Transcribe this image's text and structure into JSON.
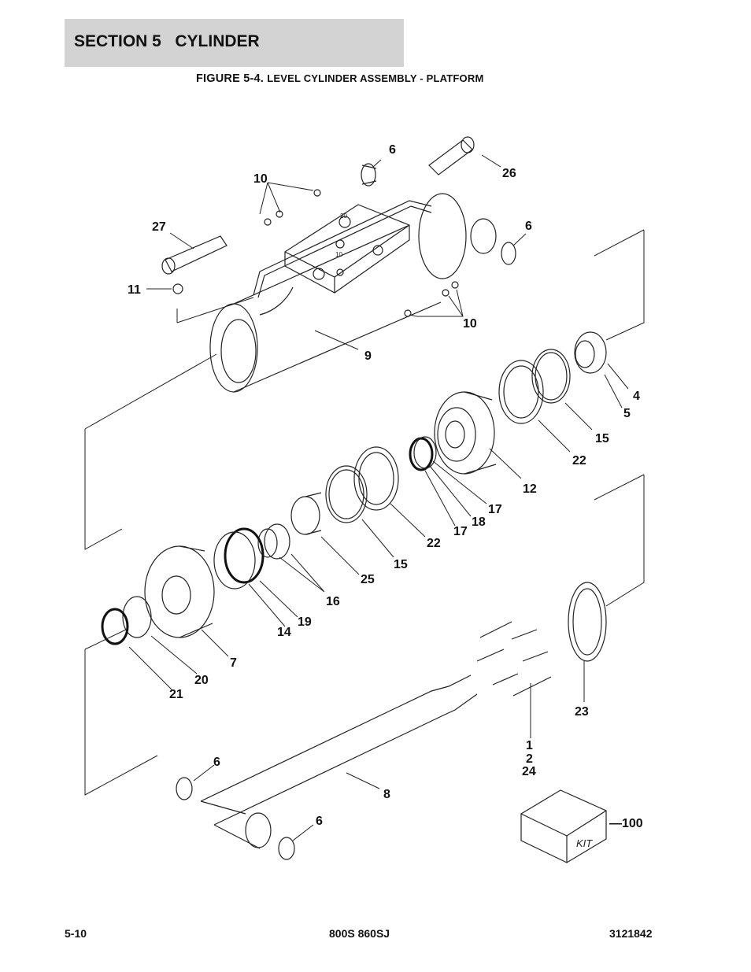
{
  "header": {
    "section_title": "SECTION 5   CYLINDER",
    "figure_number": "FIGURE 5-4.",
    "figure_title": "LEVEL CYLINDER ASSEMBLY - PLATFORM"
  },
  "callouts": {
    "c26": "26",
    "c6a": "6",
    "c10a": "10",
    "c27": "27",
    "c6b": "6",
    "c11": "11",
    "c10b": "10",
    "c9": "9",
    "c4": "4",
    "c5": "5",
    "c15a": "15",
    "c22a": "22",
    "c12": "12",
    "c17a": "17",
    "c18": "18",
    "c17b": "17",
    "c22b": "22",
    "c15b": "15",
    "c25": "25",
    "c16": "16",
    "c19": "19",
    "c14": "14",
    "c7": "7",
    "c20": "20",
    "c21": "21",
    "c23": "23",
    "c1": "1",
    "c2": "2",
    "c24": "24",
    "c6c": "6",
    "c8": "8",
    "c6d": "6",
    "c100": "—100",
    "kit_label": "KIT",
    "port_label_a": "20",
    "port_label_b": "10"
  },
  "footer": {
    "page_number": "5-10",
    "model": "800S 860SJ",
    "doc_number": "3121842"
  }
}
